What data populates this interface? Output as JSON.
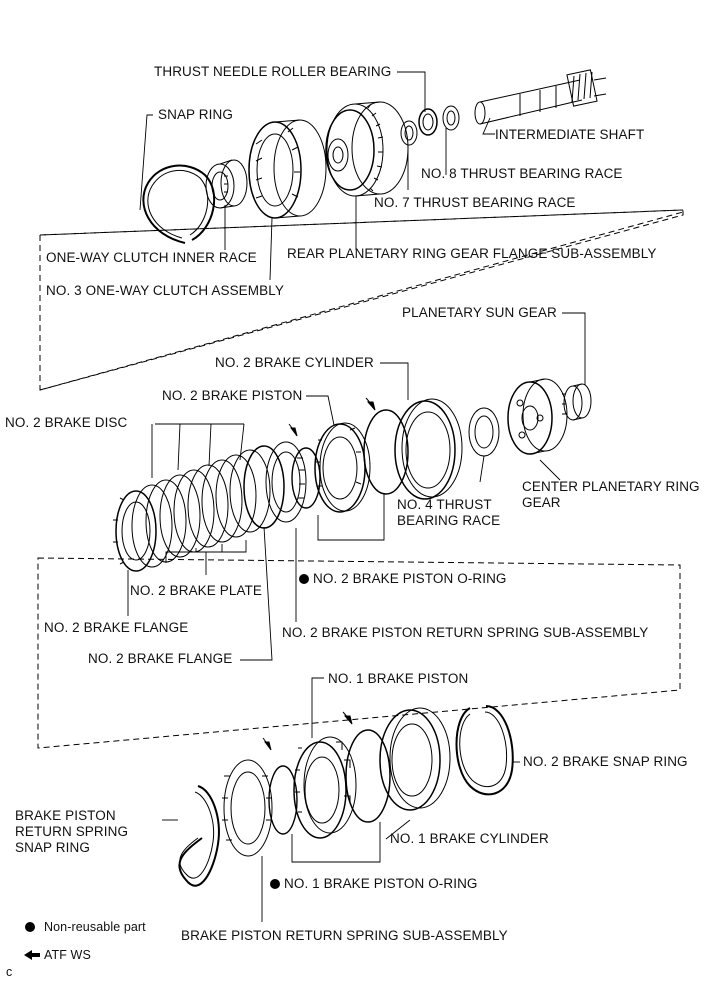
{
  "labels": {
    "thrust_needle_roller_bearing": "THRUST NEEDLE ROLLER BEARING",
    "snap_ring": "SNAP RING",
    "intermediate_shaft": "INTERMEDIATE SHAFT",
    "no8_thrust_bearing_race": "NO. 8 THRUST BEARING RACE",
    "no7_thrust_bearing_race": "NO. 7 THRUST BEARING RACE",
    "one_way_clutch_inner_race": "ONE-WAY CLUTCH INNER RACE",
    "rear_planetary_ring_gear_flange": "REAR PLANETARY RING GEAR FLANGE SUB-ASSEMBLY",
    "no3_one_way_clutch_assembly": "NO. 3 ONE-WAY CLUTCH ASSEMBLY",
    "planetary_sun_gear": "PLANETARY SUN GEAR",
    "no2_brake_cylinder": "NO. 2 BRAKE CYLINDER",
    "no2_brake_piston": "NO. 2 BRAKE PISTON",
    "no2_brake_disc": "NO. 2 BRAKE DISC",
    "center_planetary_ring_gear": "CENTER PLANETARY RING GEAR",
    "no4_thrust_bearing_race": "NO. 4 THRUST BEARING RACE",
    "no2_brake_piston_oring": "NO. 2 BRAKE PISTON O-RING",
    "no2_brake_plate": "NO. 2 BRAKE PLATE",
    "no2_brake_flange_a": "NO. 2 BRAKE FLANGE",
    "no2_brake_piston_return_spring": "NO. 2 BRAKE PISTON RETURN SPRING SUB-ASSEMBLY",
    "no2_brake_flange_b": "NO. 2 BRAKE FLANGE",
    "no1_brake_piston": "NO. 1 BRAKE PISTON",
    "no2_brake_snap_ring": "NO. 2 BRAKE SNAP RING",
    "brake_piston_return_spring_snap_ring": "BRAKE PISTON RETURN SPRING SNAP RING",
    "no1_brake_cylinder": "NO. 1 BRAKE CYLINDER",
    "no1_brake_piston_oring": "NO. 1 BRAKE PISTON O-RING",
    "brake_piston_return_spring_sub_assembly": "BRAKE PISTON RETURN SPRING SUB-ASSEMBLY"
  },
  "legend": {
    "non_reusable": "Non-reusable part",
    "atf": "ATF WS"
  },
  "corner_code": "c"
}
